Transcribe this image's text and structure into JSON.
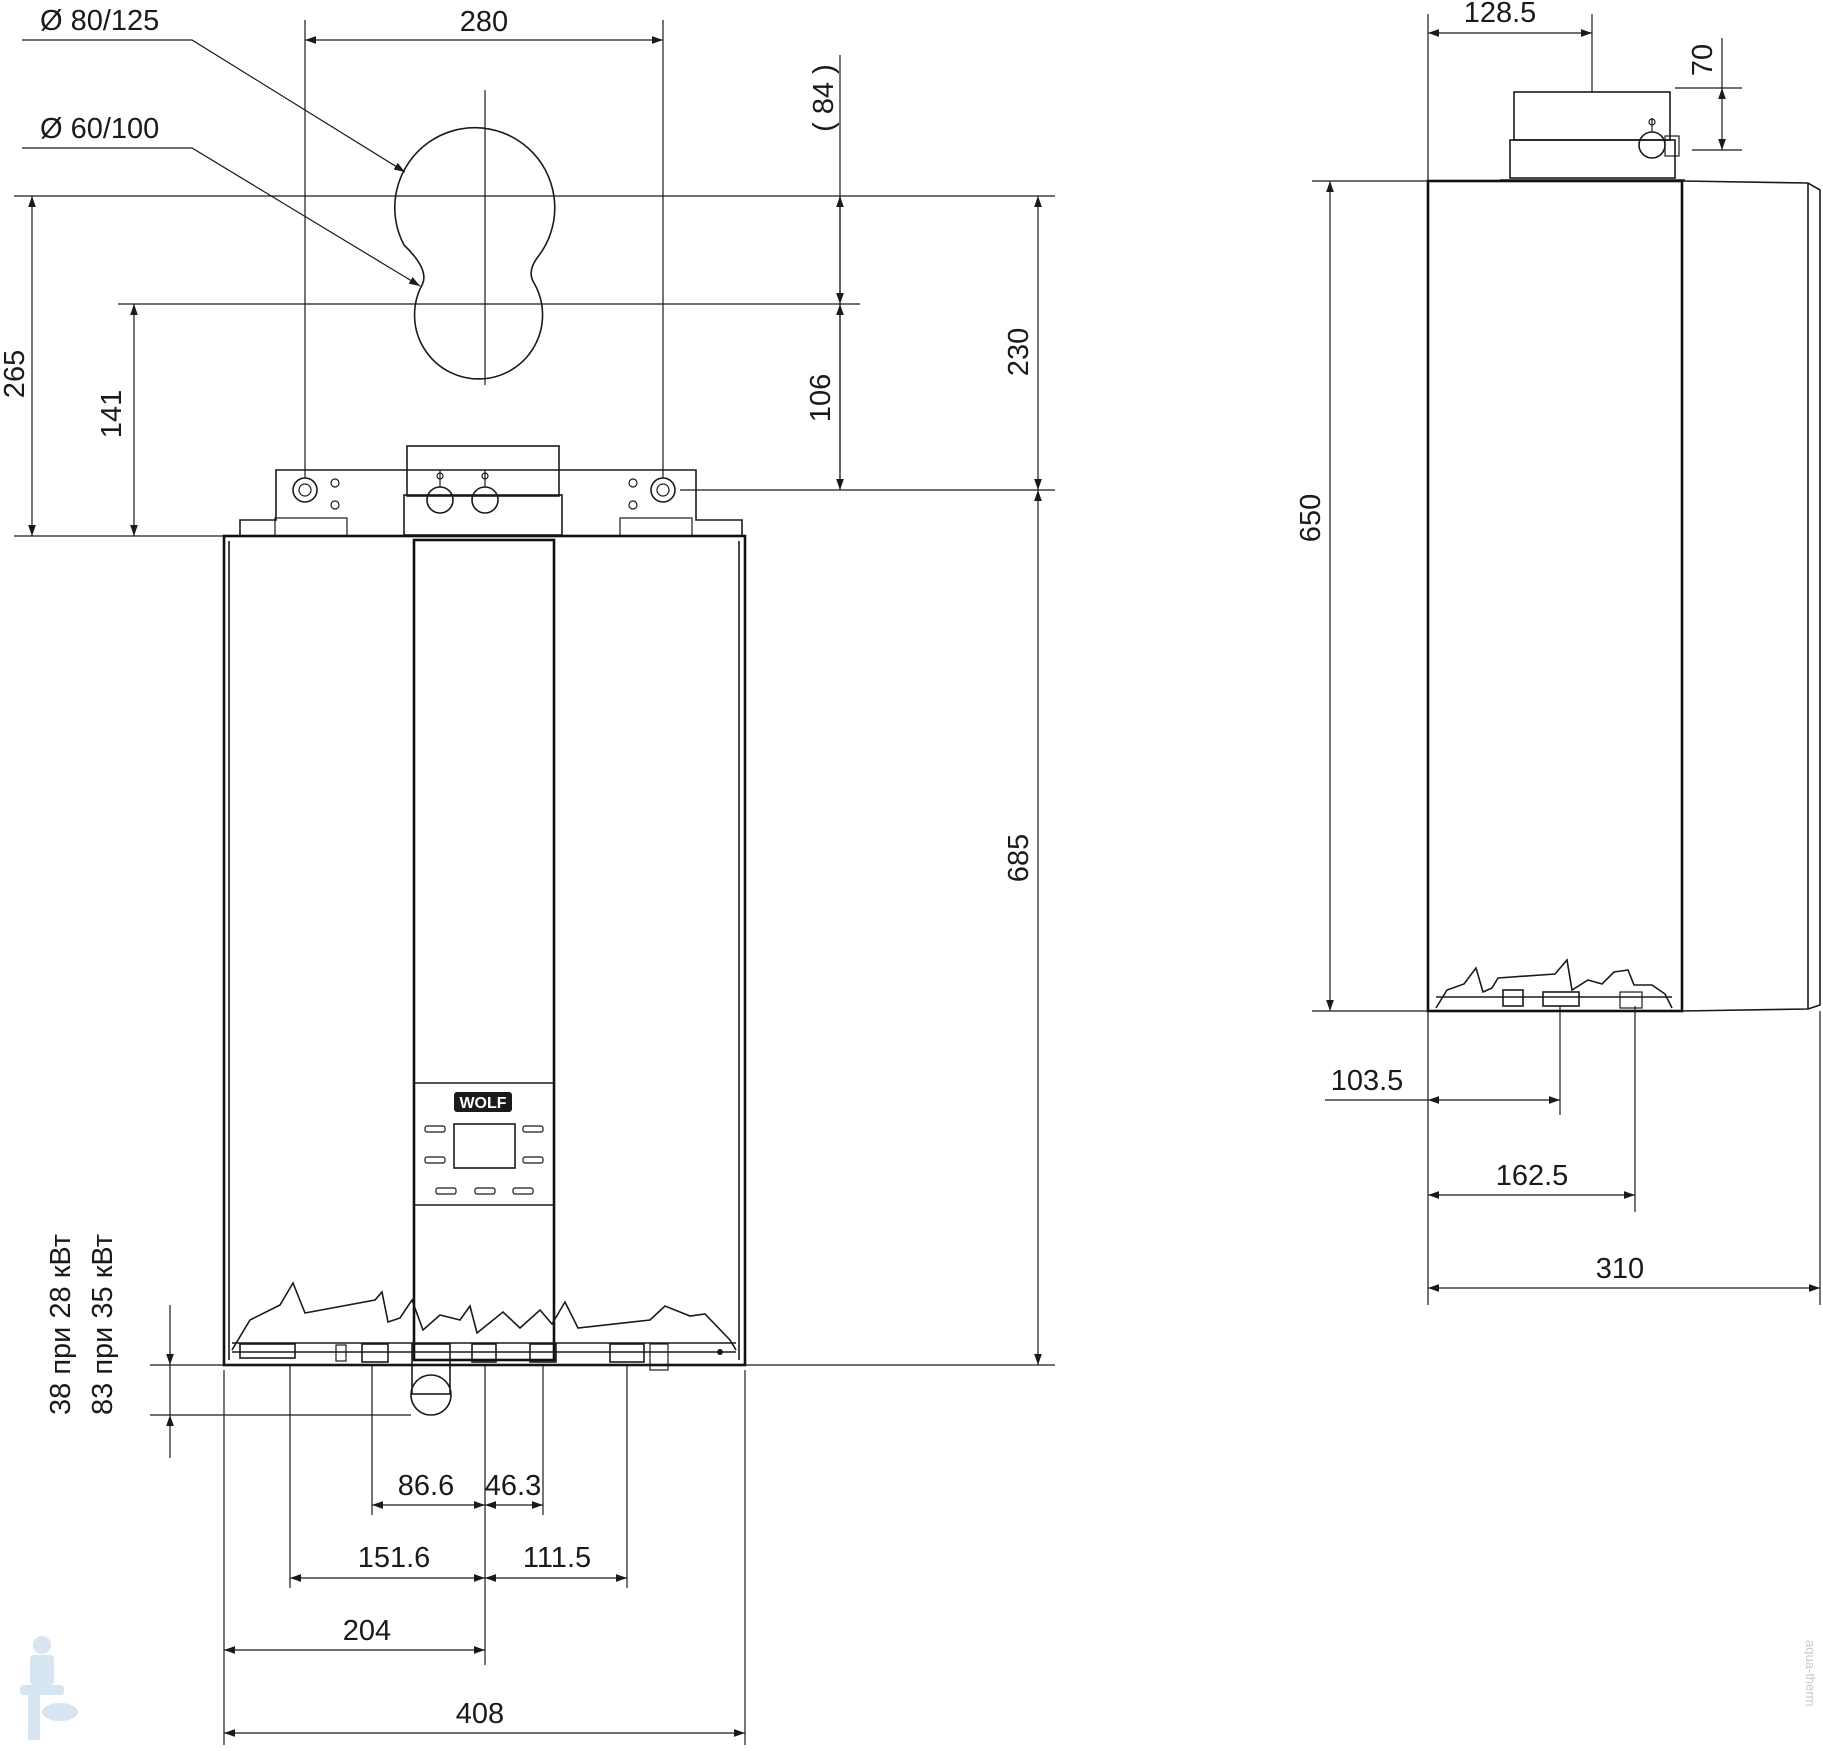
{
  "front_view": {
    "dia_outer": "Ø 80/125",
    "dia_inner": "Ø 60/100",
    "width_top": "280",
    "offset_bracket": "( 84 )",
    "height_265": "265",
    "height_141": "141",
    "height_106": "106",
    "height_230": "230",
    "height_685": "685",
    "drop_label_28": "38 при 28 кВт",
    "drop_label_35": "83 при 35 кВт",
    "dim_86_6": "86.6",
    "dim_46_3": "46.3",
    "dim_151_6": "151.6",
    "dim_111_5": "111.5",
    "dim_204": "204",
    "dim_408": "408",
    "logo": "WOLF"
  },
  "side_view": {
    "dim_128_5": "128.5",
    "dim_70": "70",
    "dim_650": "650",
    "dim_103_5": "103.5",
    "dim_162_5": "162.5",
    "dim_310": "310"
  },
  "watermark": "aqua-therm"
}
